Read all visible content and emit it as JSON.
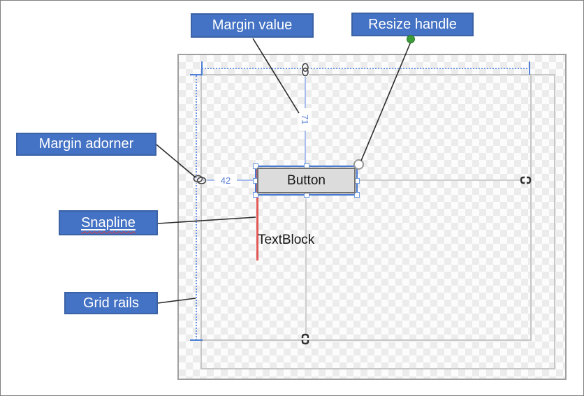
{
  "colors": {
    "callout_fill": "#4472c4",
    "callout_border": "#3a62a5",
    "snapline_red": "#e25757",
    "selection_blue": "#4779d0",
    "rail_blue": "#6e96e3",
    "rail_tick": "#4d7fd6",
    "margin_blue": "#5b82d6",
    "dot_green": "#3e9b3a"
  },
  "callouts": {
    "margin_value": "Margin value",
    "resize_handle": "Resize handle",
    "margin_adorner": "Margin adorner",
    "snapline": "Snapline",
    "grid_rails": "Grid rails"
  },
  "designer": {
    "button_label": "Button",
    "textblock_text": "TextBlock",
    "margin_top_value": "71",
    "margin_left_value": "42"
  }
}
